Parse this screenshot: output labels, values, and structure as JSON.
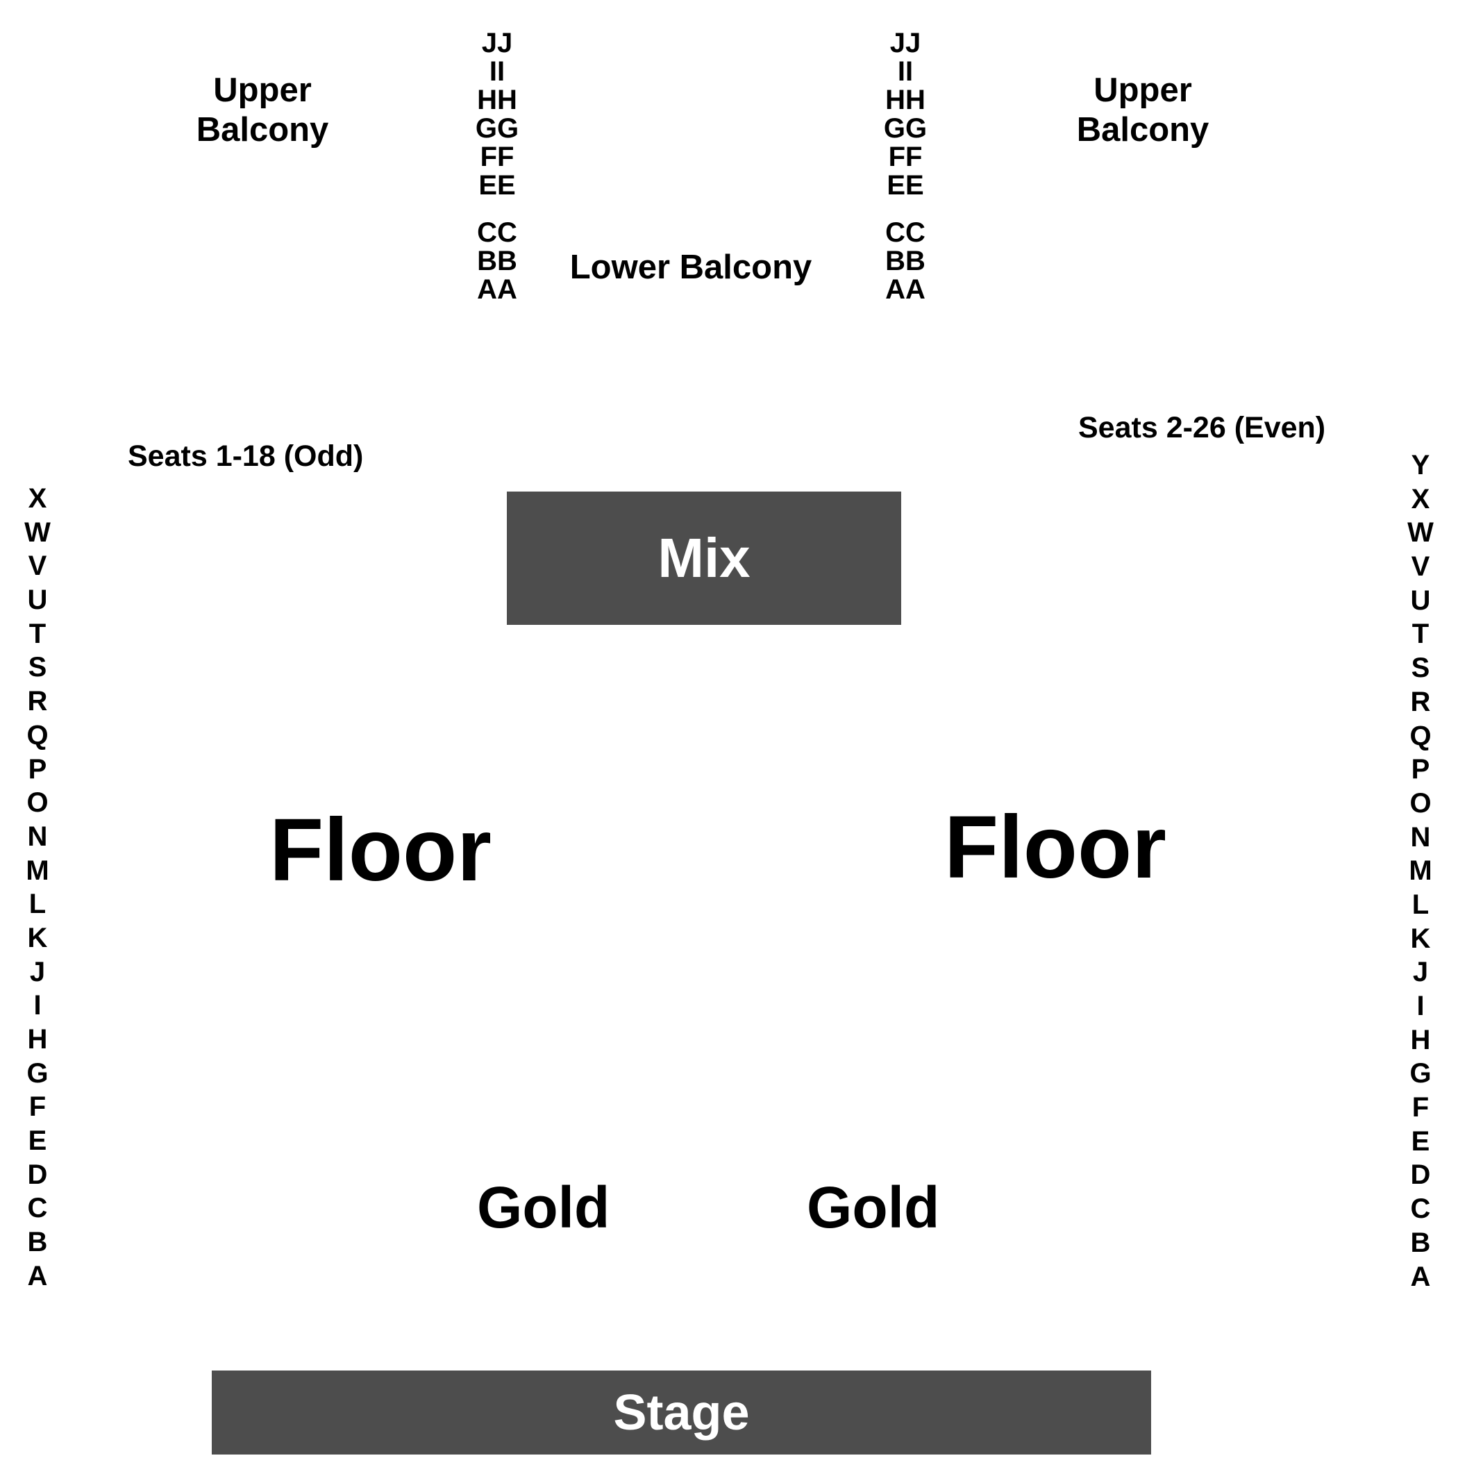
{
  "balcony": {
    "upper_left_line1": "Upper",
    "upper_left_line2": "Balcony",
    "upper_right_line1": "Upper",
    "upper_right_line2": "Balcony",
    "lower": "Lower Balcony",
    "upper_rows": [
      "JJ",
      "II",
      "HH",
      "GG",
      "FF",
      "EE"
    ],
    "lower_rows": [
      "CC",
      "BB",
      "AA"
    ]
  },
  "seats": {
    "left": "Seats 1-18 (Odd)",
    "right": "Seats 2-26 (Even)"
  },
  "floor_rows": {
    "left": [
      "X",
      "W",
      "V",
      "U",
      "T",
      "S",
      "R",
      "Q",
      "P",
      "O",
      "N",
      "M",
      "L",
      "K",
      "J",
      "I",
      "H",
      "G",
      "F",
      "E",
      "D",
      "C",
      "B",
      "A"
    ],
    "right": [
      "Y",
      "X",
      "W",
      "V",
      "U",
      "T",
      "S",
      "R",
      "Q",
      "P",
      "O",
      "N",
      "M",
      "L",
      "K",
      "J",
      "I",
      "H",
      "G",
      "F",
      "E",
      "D",
      "C",
      "B",
      "A"
    ]
  },
  "areas": {
    "mix": "Mix",
    "floor_left": "Floor",
    "floor_right": "Floor",
    "gold_left": "Gold",
    "gold_right": "Gold",
    "stage": "Stage"
  },
  "colors": {
    "block_fill": "#4d4d4d",
    "block_text": "#ffffff",
    "label_text": "#000000"
  }
}
